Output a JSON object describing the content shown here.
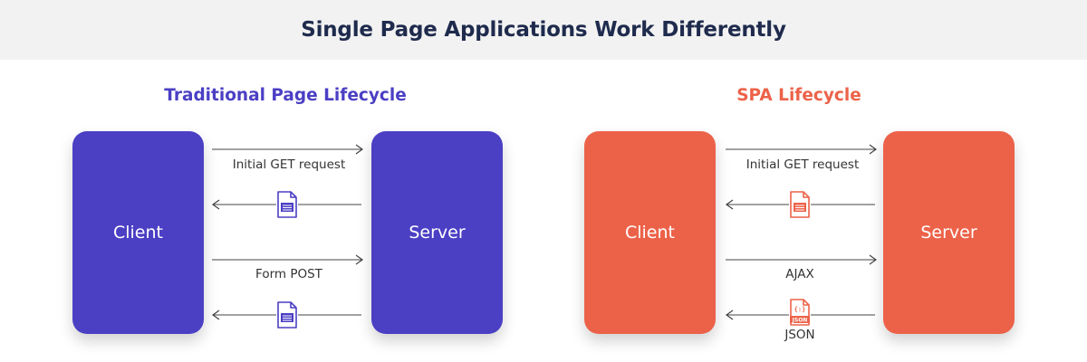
{
  "title": "Single Page Applications Work Differently",
  "colors": {
    "traditional": "#4b3fc4",
    "spa": "#ec6249",
    "title": "#1f2b4d",
    "band": "#f2f2f2"
  },
  "traditional": {
    "heading": "Traditional Page Lifecycle",
    "client_label": "Client",
    "server_label": "Server",
    "flows": {
      "initial_get": "Initial GET request",
      "form_post": "Form POST"
    },
    "icons": [
      "html-document-icon",
      "html-document-icon"
    ]
  },
  "spa": {
    "heading": "SPA Lifecycle",
    "client_label": "Client",
    "server_label": "Server",
    "flows": {
      "initial_get": "Initial GET request",
      "ajax": "AJAX",
      "json": "JSON"
    },
    "icons": [
      "html-document-icon",
      "json-document-icon"
    ],
    "json_icon_text": "JSON"
  }
}
